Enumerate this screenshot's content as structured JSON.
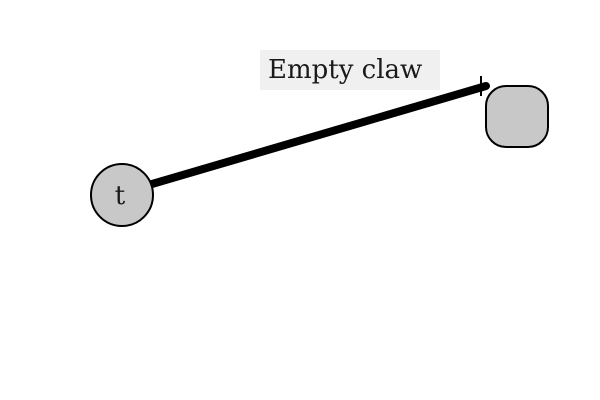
{
  "caption": {
    "text": "Empty claw"
  },
  "nodes": {
    "start": {
      "label": "t",
      "shape": "circle",
      "fill": "#c8c8c8"
    },
    "end": {
      "label": "",
      "shape": "rounded-square",
      "fill": "#c8c8c8"
    }
  },
  "link": {
    "from": "start",
    "to": "end",
    "color": "#000000"
  }
}
